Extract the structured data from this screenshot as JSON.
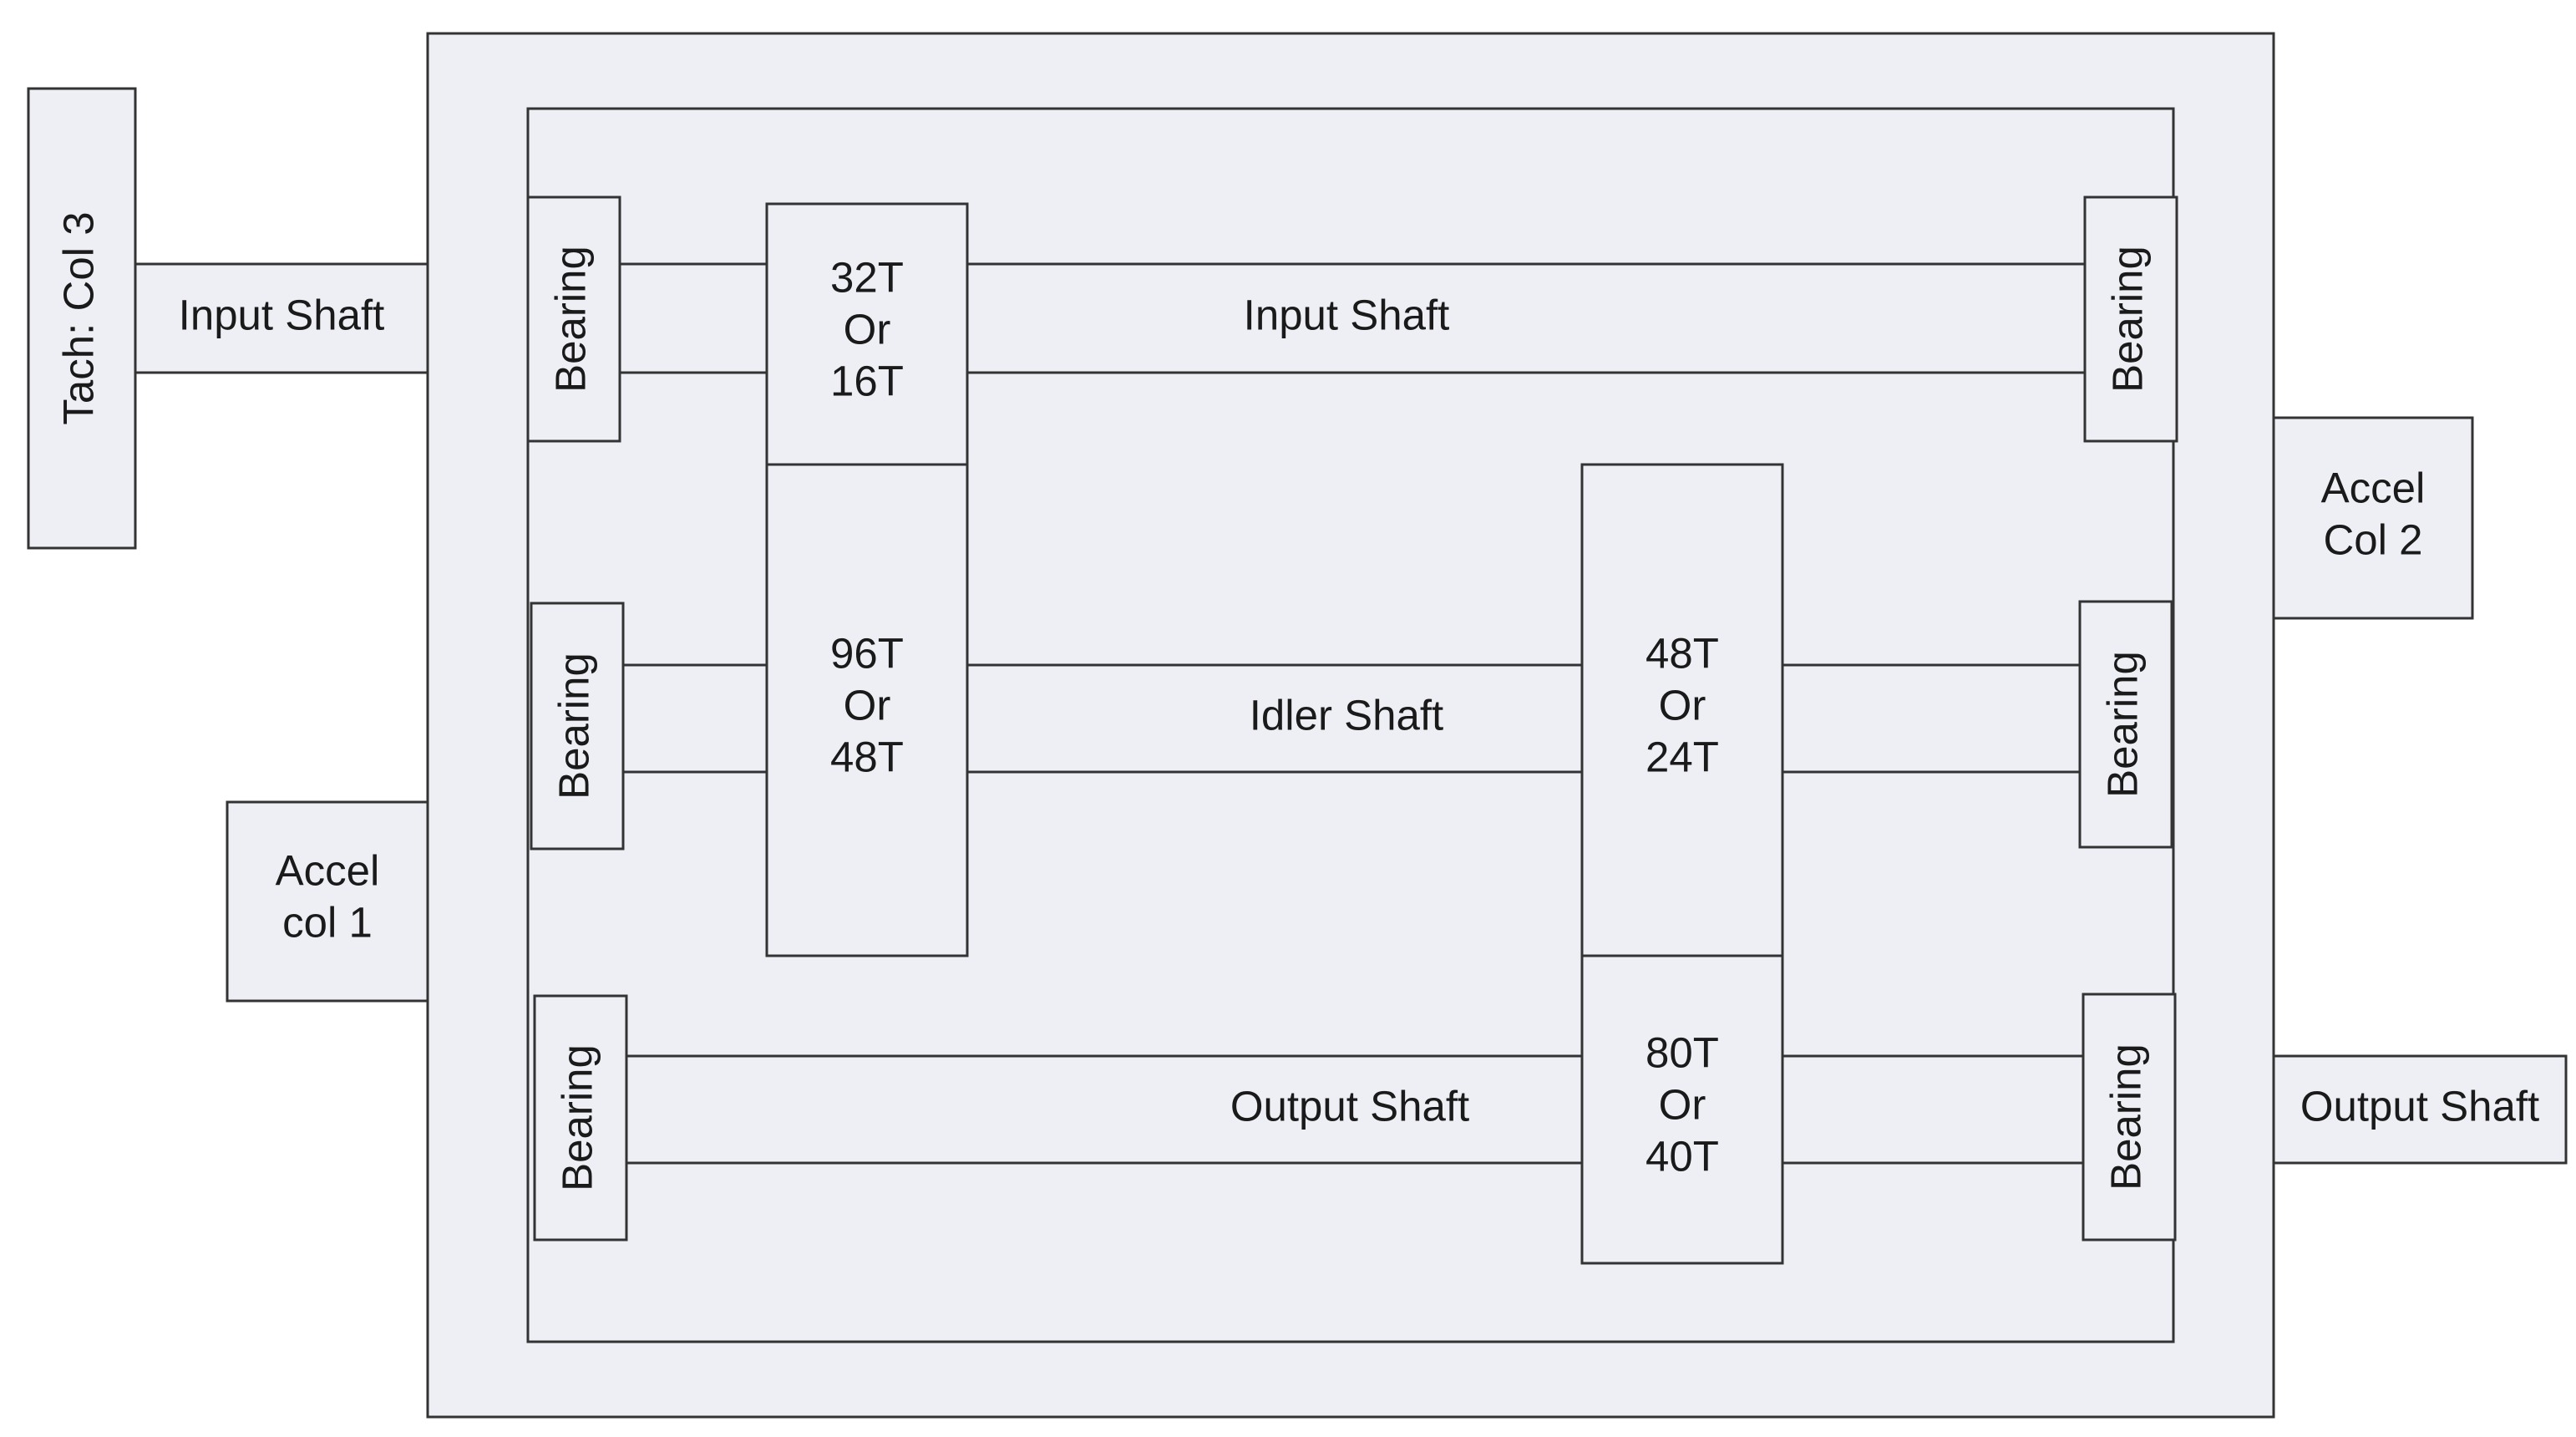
{
  "diagram": {
    "fill": "#edeff5",
    "stroke": "#333333",
    "outside": {
      "tach": "Tach: Col 3",
      "input_shaft": "Input Shaft",
      "accel1": [
        "Accel",
        "col 1"
      ],
      "accel2": [
        "Accel",
        "Col 2"
      ],
      "output_shaft": "Output Shaft"
    },
    "shafts": {
      "input": "Input Shaft",
      "idler": "Idler Shaft",
      "output": "Output Shaft"
    },
    "bearing_label": "Bearing",
    "gears": {
      "input_gear": [
        "32T",
        "Or",
        "16T"
      ],
      "idler_left": [
        "96T",
        "Or",
        "48T"
      ],
      "idler_right": [
        "48T",
        "Or",
        "24T"
      ],
      "output_gear": [
        "80T",
        "Or",
        "40T"
      ]
    }
  }
}
